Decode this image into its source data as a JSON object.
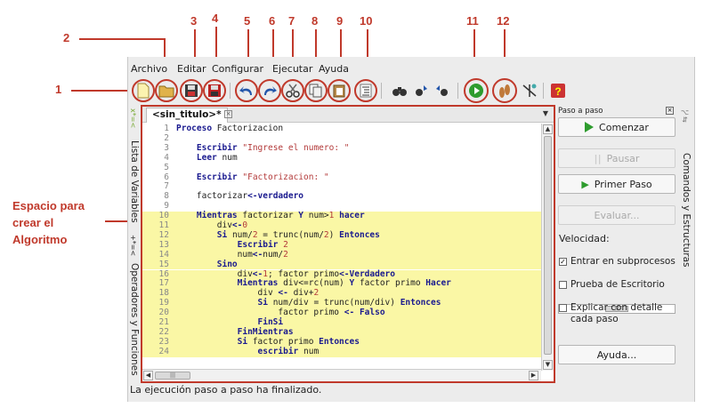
{
  "annotations": {
    "numbers": [
      "1",
      "2",
      "3",
      "4",
      "5",
      "6",
      "7",
      "8",
      "9",
      "10",
      "11",
      "12"
    ],
    "side_label_lines": [
      "Espacio para",
      "crear el",
      "Algoritmo"
    ]
  },
  "menu": {
    "archivo": "Archivo",
    "editar": "Editar",
    "configurar": "Configurar",
    "ejecutar": "Ejecutar",
    "ayuda": "Ayuda"
  },
  "toolbar": {
    "icons": [
      "new-file-icon",
      "open-folder-icon",
      "save-icon",
      "save-as-icon",
      "undo-icon",
      "redo-icon",
      "cut-icon",
      "copy-icon",
      "paste-icon",
      "indent-icon",
      "find-icon",
      "find-prev-icon",
      "find-next-icon",
      "run-icon",
      "step-by-step-icon",
      "draw-diagram-icon",
      "help-icon"
    ]
  },
  "left_tabs": {
    "variables": "Lista de Variables",
    "operators": "Operadores y Funciones",
    "variables_glyph": "x*=<",
    "operators_glyph": "+*=<"
  },
  "editor": {
    "tab_title": "<sin_titulo>*",
    "lines": [
      {
        "n": "1",
        "text": "Proceso Factorizacion",
        "hl": false
      },
      {
        "n": "2",
        "text": "",
        "hl": false
      },
      {
        "n": "3",
        "text": "    Escribir \"Ingrese el numero: \"",
        "hl": false
      },
      {
        "n": "4",
        "text": "    Leer num",
        "hl": false
      },
      {
        "n": "5",
        "text": "",
        "hl": false
      },
      {
        "n": "6",
        "text": "    Escribir \"Factorizacion: \"",
        "hl": false
      },
      {
        "n": "7",
        "text": "",
        "hl": false
      },
      {
        "n": "8",
        "text": "    factorizar<-verdadero",
        "hl": false
      },
      {
        "n": "9",
        "text": "",
        "hl": false
      },
      {
        "n": "10",
        "text": "    Mientras factorizar Y num>1 hacer",
        "hl": true
      },
      {
        "n": "11",
        "text": "        div<-0",
        "hl": true
      },
      {
        "n": "12",
        "text": "        Si num/2 = trunc(num/2) Entonces",
        "hl": true
      },
      {
        "n": "13",
        "text": "            Escribir 2",
        "hl": true
      },
      {
        "n": "14",
        "text": "            num<-num/2",
        "hl": true
      },
      {
        "n": "15",
        "text": "        Sino",
        "hl": true
      },
      {
        "n": "16",
        "text": "            div<-1; factor primo<-Verdadero",
        "hl": true
      },
      {
        "n": "17",
        "text": "            Mientras div<=rc(num) Y factor primo Hacer",
        "hl": true
      },
      {
        "n": "18",
        "text": "                div <- div+2",
        "hl": true
      },
      {
        "n": "19",
        "text": "                Si num/div = trunc(num/div) Entonces",
        "hl": true
      },
      {
        "n": "20",
        "text": "                    factor primo <- Falso",
        "hl": true
      },
      {
        "n": "21",
        "text": "                FinSi",
        "hl": true
      },
      {
        "n": "22",
        "text": "            FinMientras",
        "hl": true
      },
      {
        "n": "23",
        "text": "            Si factor primo Entonces",
        "hl": true
      },
      {
        "n": "24",
        "text": "                escribir num",
        "hl": true
      }
    ]
  },
  "right_panel": {
    "title": "Paso a paso",
    "comenzar": "Comenzar",
    "pausar": "Pausar",
    "primer_paso": "Primer Paso",
    "evaluar": "Evaluar...",
    "velocidad": "Velocidad:",
    "velocidad_level": 0.5,
    "chk_subprocesos": "Entrar en subprocesos",
    "chk_subprocesos_checked": true,
    "chk_prueba": "Prueba de Escritorio",
    "chk_prueba_checked": false,
    "chk_explicar": "Explicar con detalle cada paso",
    "chk_explicar_checked": false,
    "ayuda": "Ayuda...",
    "side_tab": "Comandos y Estructuras"
  },
  "status": "La ejecución paso a paso ha finalizado.",
  "colors": {
    "annotation": "#c0392b",
    "highlight": "#faf7a5",
    "keyword": "#1a1a8f",
    "string": "#b33a3a"
  }
}
